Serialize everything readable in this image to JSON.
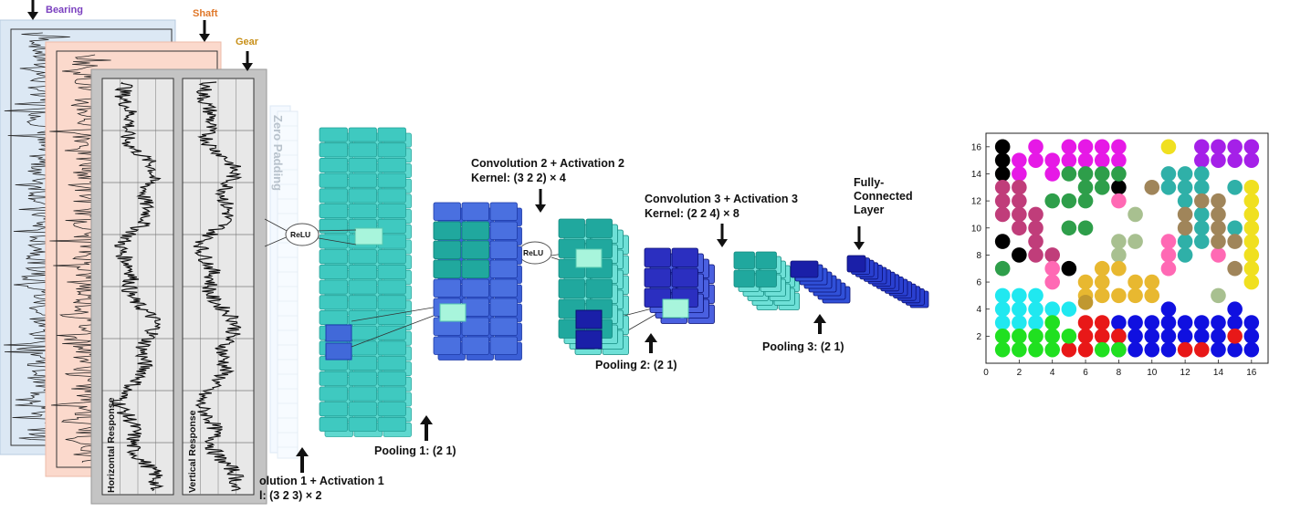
{
  "signals": {
    "bearing_label": "Bearing",
    "shaft_label": "Shaft",
    "gear_label": "Gear",
    "horizontal_label": "Horizontal Response",
    "vertical_label": "Vertical Response",
    "colors": {
      "bearing": "#7a3fbf",
      "shaft": "#e0782a",
      "gear": "#c8901a"
    }
  },
  "network": {
    "zero_padding": "Zero Padding",
    "relu_1": "ReLU",
    "relu_2": "ReLU",
    "pooling_1": "Pooling 1: (2 1)",
    "conv2_title": "Convolution 2 + Activation 2",
    "conv2_kernel": "Kernel: (3 2 2) × 4",
    "pooling_2": "Pooling 2: (2 1)",
    "conv3_title": "Convolution 3 + Activation 3",
    "conv3_kernel": "Kernel: (2 2 4) × 8",
    "pooling_3": "Pooling 3: (2 1)",
    "fc_line1": "Fully-",
    "fc_line2": "Connected",
    "fc_line3": "Layer",
    "conv1_title": "olution 1 + Activation 1",
    "conv1_kernel": "l: (3 2 3) × 2",
    "colors": {
      "teal": "#3fc9c0",
      "teal_dark": "#20a89e",
      "blue": "#3b5fd6",
      "navy": "#1a1fa8",
      "highlight": "#a8f5dc"
    }
  },
  "scatter": {
    "xticks": [
      "0",
      "2",
      "4",
      "6",
      "8",
      "10",
      "12",
      "14",
      "16"
    ],
    "yticks": [
      "2",
      "4",
      "6",
      "8",
      "10",
      "12",
      "14",
      "16"
    ]
  },
  "chart_data": {
    "type": "scatter",
    "xlim": [
      0,
      17
    ],
    "ylim": [
      0,
      17
    ],
    "grid": false,
    "series": [
      {
        "color": "#000000",
        "points": [
          [
            1,
            16
          ],
          [
            1,
            15
          ],
          [
            1,
            14
          ],
          [
            1,
            9
          ],
          [
            2,
            8
          ],
          [
            5,
            7
          ],
          [
            8,
            13
          ]
        ]
      },
      {
        "color": "#e619e6",
        "points": [
          [
            2,
            15
          ],
          [
            3,
            15
          ],
          [
            3,
            16
          ],
          [
            4,
            15
          ],
          [
            4,
            14
          ],
          [
            5,
            16
          ],
          [
            5,
            15
          ],
          [
            6,
            16
          ],
          [
            6,
            15
          ],
          [
            7,
            16
          ],
          [
            7,
            15
          ],
          [
            8,
            16
          ],
          [
            8,
            15
          ],
          [
            2,
            14
          ]
        ]
      },
      {
        "color": "#a520e8",
        "points": [
          [
            13,
            16
          ],
          [
            14,
            16
          ],
          [
            15,
            16
          ],
          [
            16,
            16
          ],
          [
            13,
            15
          ],
          [
            14,
            15
          ],
          [
            15,
            15
          ],
          [
            16,
            15
          ]
        ]
      },
      {
        "color": "#f0e020",
        "points": [
          [
            11,
            16
          ],
          [
            16,
            13
          ],
          [
            16,
            12
          ],
          [
            16,
            11
          ],
          [
            16,
            10
          ],
          [
            16,
            9
          ],
          [
            16,
            8
          ],
          [
            16,
            7
          ],
          [
            16,
            6
          ]
        ]
      },
      {
        "color": "#c03d7a",
        "points": [
          [
            1,
            13
          ],
          [
            1,
            12
          ],
          [
            1,
            11
          ],
          [
            2,
            13
          ],
          [
            2,
            12
          ],
          [
            2,
            11
          ],
          [
            2,
            10
          ],
          [
            3,
            11
          ],
          [
            3,
            10
          ],
          [
            3,
            9
          ],
          [
            3,
            8
          ],
          [
            4,
            8
          ]
        ]
      },
      {
        "color": "#2e9e4a",
        "points": [
          [
            5,
            14
          ],
          [
            6,
            14
          ],
          [
            7,
            14
          ],
          [
            8,
            14
          ],
          [
            6,
            13
          ],
          [
            7,
            13
          ],
          [
            4,
            12
          ],
          [
            6,
            12
          ],
          [
            5,
            10
          ],
          [
            6,
            10
          ],
          [
            1,
            7
          ],
          [
            5,
            12
          ]
        ]
      },
      {
        "color": "#ff69b4",
        "points": [
          [
            8,
            12
          ],
          [
            4,
            7
          ],
          [
            4,
            6
          ],
          [
            11,
            9
          ],
          [
            11,
            8
          ],
          [
            11,
            7
          ],
          [
            14,
            8
          ]
        ]
      },
      {
        "color": "#2fb0a8",
        "points": [
          [
            11,
            14
          ],
          [
            12,
            14
          ],
          [
            13,
            14
          ],
          [
            11,
            13
          ],
          [
            12,
            13
          ],
          [
            13,
            13
          ],
          [
            15,
            13
          ],
          [
            12,
            12
          ],
          [
            12,
            9
          ],
          [
            13,
            11
          ],
          [
            13,
            10
          ],
          [
            13,
            9
          ],
          [
            15,
            10
          ],
          [
            12,
            8
          ]
        ]
      },
      {
        "color": "#a0855a",
        "points": [
          [
            10,
            13
          ],
          [
            13,
            12
          ],
          [
            14,
            12
          ],
          [
            12,
            11
          ],
          [
            14,
            11
          ],
          [
            12,
            10
          ],
          [
            14,
            10
          ],
          [
            14,
            9
          ],
          [
            15,
            9
          ],
          [
            15,
            7
          ]
        ]
      },
      {
        "color": "#a8c090",
        "points": [
          [
            9,
            11
          ],
          [
            8,
            9
          ],
          [
            9,
            9
          ],
          [
            8,
            8
          ],
          [
            14,
            5
          ]
        ]
      },
      {
        "color": "#e8b830",
        "points": [
          [
            7,
            7
          ],
          [
            8,
            7
          ],
          [
            6,
            6
          ],
          [
            7,
            6
          ],
          [
            9,
            6
          ],
          [
            6,
            5
          ],
          [
            7,
            5
          ],
          [
            8,
            5
          ],
          [
            9,
            5
          ],
          [
            10,
            6
          ],
          [
            10,
            5
          ]
        ]
      },
      {
        "color": "#c09830",
        "points": [
          [
            6,
            4.5
          ]
        ]
      },
      {
        "color": "#20e8f0",
        "points": [
          [
            1,
            5
          ],
          [
            2,
            5
          ],
          [
            3,
            5
          ],
          [
            1,
            4
          ],
          [
            2,
            4
          ],
          [
            3,
            4
          ],
          [
            4,
            4
          ],
          [
            5,
            4
          ],
          [
            1,
            3
          ],
          [
            2,
            3
          ],
          [
            3,
            3
          ]
        ]
      },
      {
        "color": "#1010e0",
        "points": [
          [
            8,
            3
          ],
          [
            9,
            3
          ],
          [
            10,
            3
          ],
          [
            11,
            4
          ],
          [
            11,
            3
          ],
          [
            12,
            3
          ],
          [
            13,
            3
          ],
          [
            14,
            3
          ],
          [
            15,
            4
          ],
          [
            16,
            3
          ],
          [
            8,
            2
          ],
          [
            9,
            2
          ],
          [
            10,
            2
          ],
          [
            11,
            2
          ],
          [
            12,
            2
          ],
          [
            13,
            2
          ],
          [
            14,
            2
          ],
          [
            15,
            3
          ],
          [
            16,
            2
          ],
          [
            8,
            1
          ],
          [
            9,
            1
          ],
          [
            10,
            1
          ],
          [
            11,
            1
          ],
          [
            14,
            1
          ],
          [
            15,
            1
          ],
          [
            16,
            1
          ]
        ]
      },
      {
        "color": "#e81818",
        "points": [
          [
            6,
            3
          ],
          [
            7,
            3
          ],
          [
            6,
            2
          ],
          [
            7,
            2
          ],
          [
            5,
            1
          ],
          [
            6,
            1
          ],
          [
            8,
            2
          ],
          [
            12,
            1
          ],
          [
            13,
            1
          ],
          [
            15,
            2
          ]
        ]
      },
      {
        "color": "#20e020",
        "points": [
          [
            1,
            2
          ],
          [
            2,
            2
          ],
          [
            3,
            2
          ],
          [
            4,
            3
          ],
          [
            4,
            2
          ],
          [
            5,
            2
          ],
          [
            1,
            1
          ],
          [
            2,
            1
          ],
          [
            3,
            1
          ],
          [
            4,
            1
          ],
          [
            7,
            1
          ],
          [
            8,
            1
          ]
        ]
      }
    ]
  }
}
